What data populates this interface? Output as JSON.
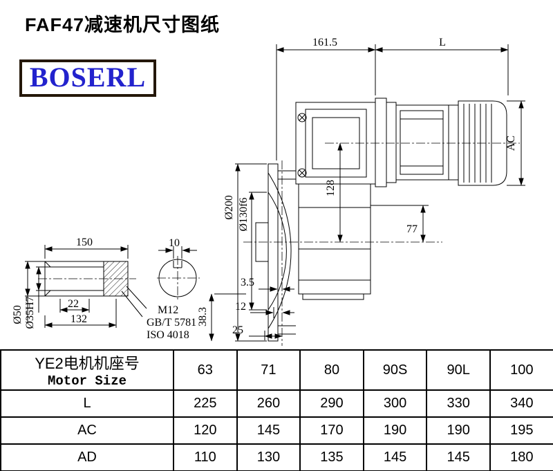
{
  "page": {
    "title": "FAF47减速机尺寸图纸",
    "logo_text": "BOSERL"
  },
  "drawing": {
    "dim_161_5": "161.5",
    "dim_L": "L",
    "dim_AC": "AC",
    "dim_128": "128",
    "dim_77": "77",
    "dim_flange_od": "Ø200",
    "dim_spigot": "Ø130f6",
    "dim_38_3": "38.3",
    "dim_3_5": "3.5",
    "dim_12": "12",
    "dim_25": "25",
    "dim_150": "150",
    "dim_10": "10",
    "dim_22": "22",
    "dim_132": "132",
    "dim_d50": "Ø50",
    "dim_d35": "Ø35H7",
    "note_m12": "M12",
    "note_gb": "GB/T 5781",
    "note_iso": "ISO 4018"
  },
  "table": {
    "header": {
      "line1": "YE2电机机座号",
      "line2": "Motor Size"
    },
    "columns": [
      "63",
      "71",
      "80",
      "90S",
      "90L",
      "100"
    ],
    "rows": [
      {
        "label": "L",
        "values": [
          "225",
          "260",
          "290",
          "300",
          "330",
          "340"
        ]
      },
      {
        "label": "AC",
        "values": [
          "120",
          "145",
          "170",
          "190",
          "190",
          "195"
        ]
      },
      {
        "label": "AD",
        "values": [
          "110",
          "130",
          "135",
          "145",
          "145",
          "180"
        ]
      }
    ]
  }
}
